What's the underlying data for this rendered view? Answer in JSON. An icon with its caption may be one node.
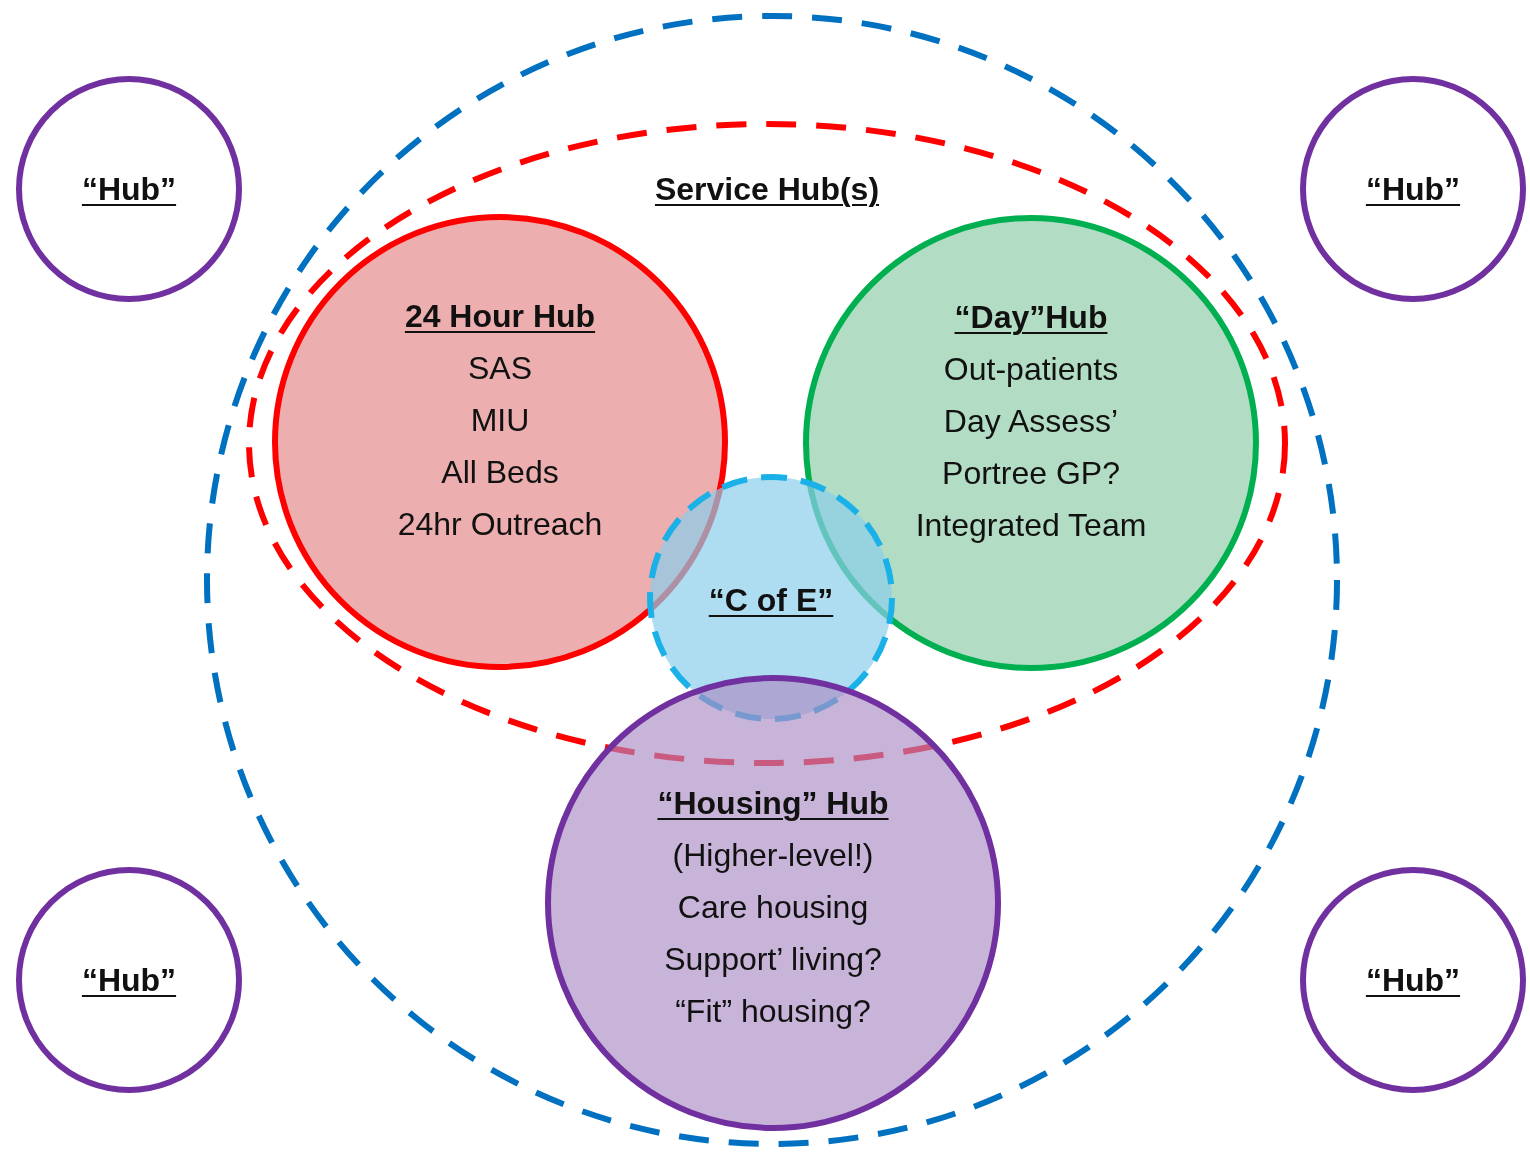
{
  "diagram": {
    "nodes": [
      {
        "text": [
          "“Hub”"
        ]
      },
      {
        "text": [
          "“Hub”"
        ]
      },
      {
        "text": [],
        "shape": "circle"
      },
      {
        "text": [
          "Service Hub(s)"
        ],
        "in": 2
      },
      {
        "text": [
          "24 Hour Hub",
          "SAS",
          "MIU",
          "All Beds",
          "24hr Outreach"
        ],
        "in": 3
      },
      {
        "text": [
          "“Day”Hub",
          "Out-patients",
          "Day Assess’",
          "Portree GP?",
          "Integrated Team"
        ],
        "in": 3
      },
      {
        "text": [
          "“C of E”"
        ],
        "in": 3
      },
      {
        "text": [
          "“Housing” Hub",
          "(Higher-level!)",
          "Care housing",
          "Support’ living?",
          "“Fit” housing?"
        ],
        "in": 2
      },
      {
        "text": [
          "“Hub”"
        ]
      },
      {
        "text": [
          "“Hub”"
        ]
      }
    ]
  }
}
